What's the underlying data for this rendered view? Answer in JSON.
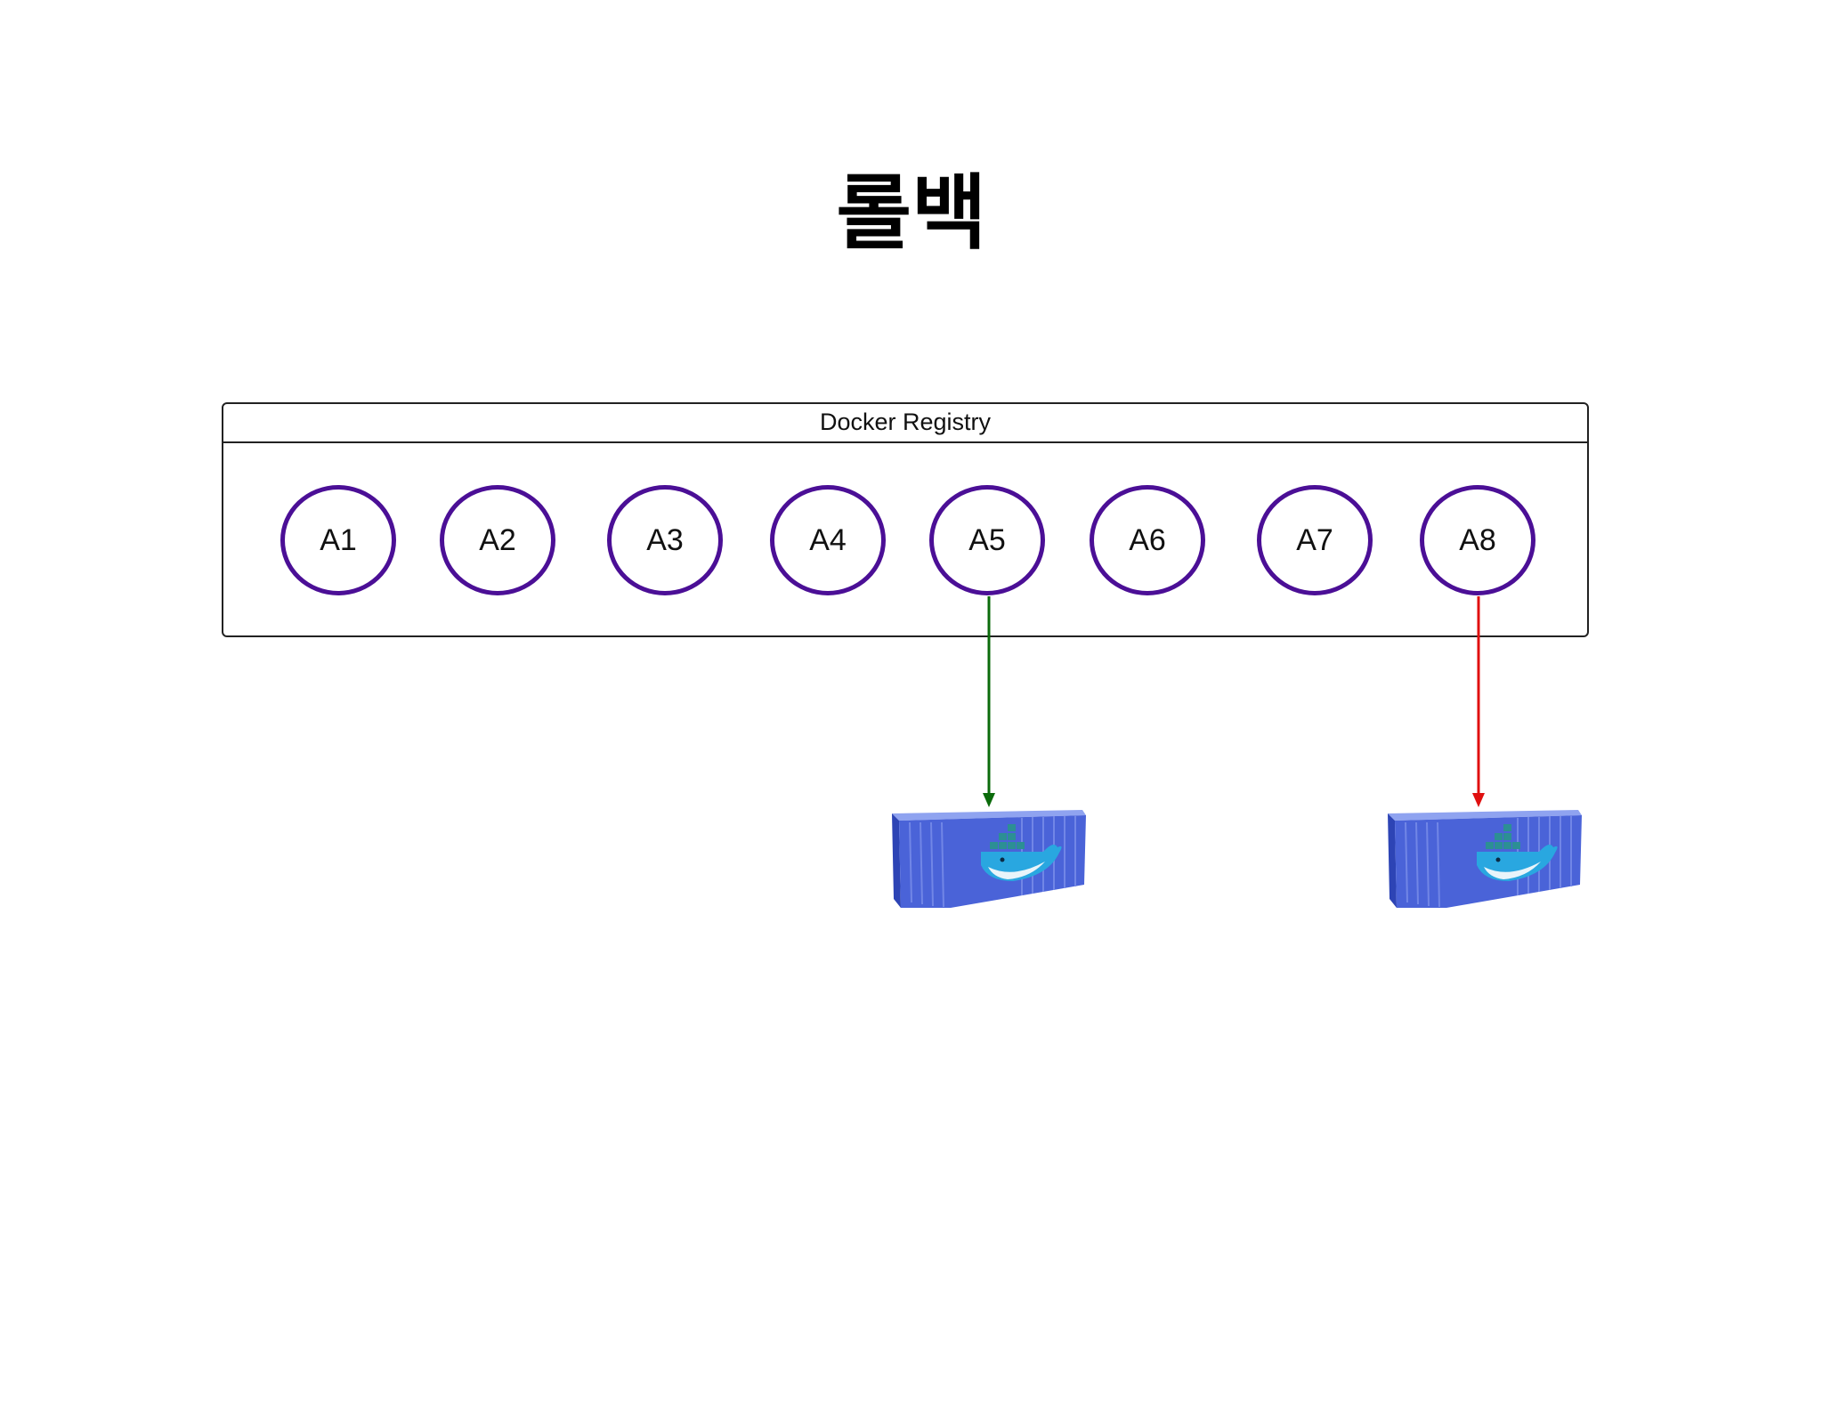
{
  "title": "롤백",
  "registry": {
    "label": "Docker Registry",
    "versions": [
      "A1",
      "A2",
      "A3",
      "A4",
      "A5",
      "A6",
      "A7",
      "A8"
    ]
  },
  "deployments": [
    {
      "from": "A5",
      "arrow_color": "#0b6b0b"
    },
    {
      "from": "A8",
      "arrow_color": "#e01010"
    }
  ],
  "colors": {
    "node_border": "#4b0f96",
    "container_blue": "#4a63d8"
  }
}
